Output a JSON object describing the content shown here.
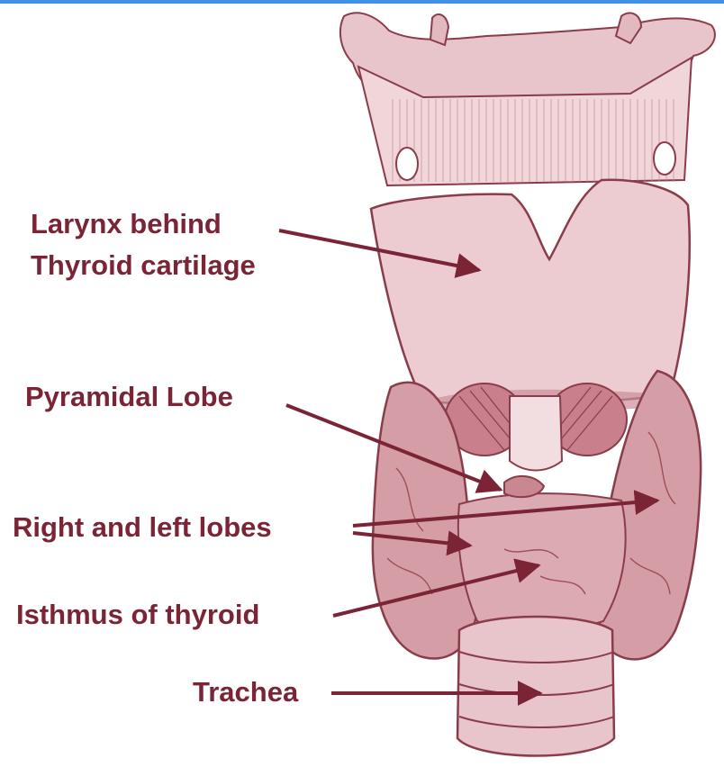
{
  "labels": {
    "larynx_line1": "Larynx behind",
    "larynx_line2": "Thyroid cartilage",
    "pyramidal": "Pyramidal Lobe",
    "lobes": "Right and left lobes",
    "isthmus": "Isthmus of thyroid",
    "trachea": "Trachea"
  },
  "colors": {
    "label_text": "#7a2436",
    "arrow": "#7a2436",
    "tissue_light": "#efd5d8",
    "tissue_mid": "#d9a9b0",
    "tissue_dark": "#b9707c",
    "outline": "#8a3c4a",
    "top_strip": "#3f90e6"
  }
}
